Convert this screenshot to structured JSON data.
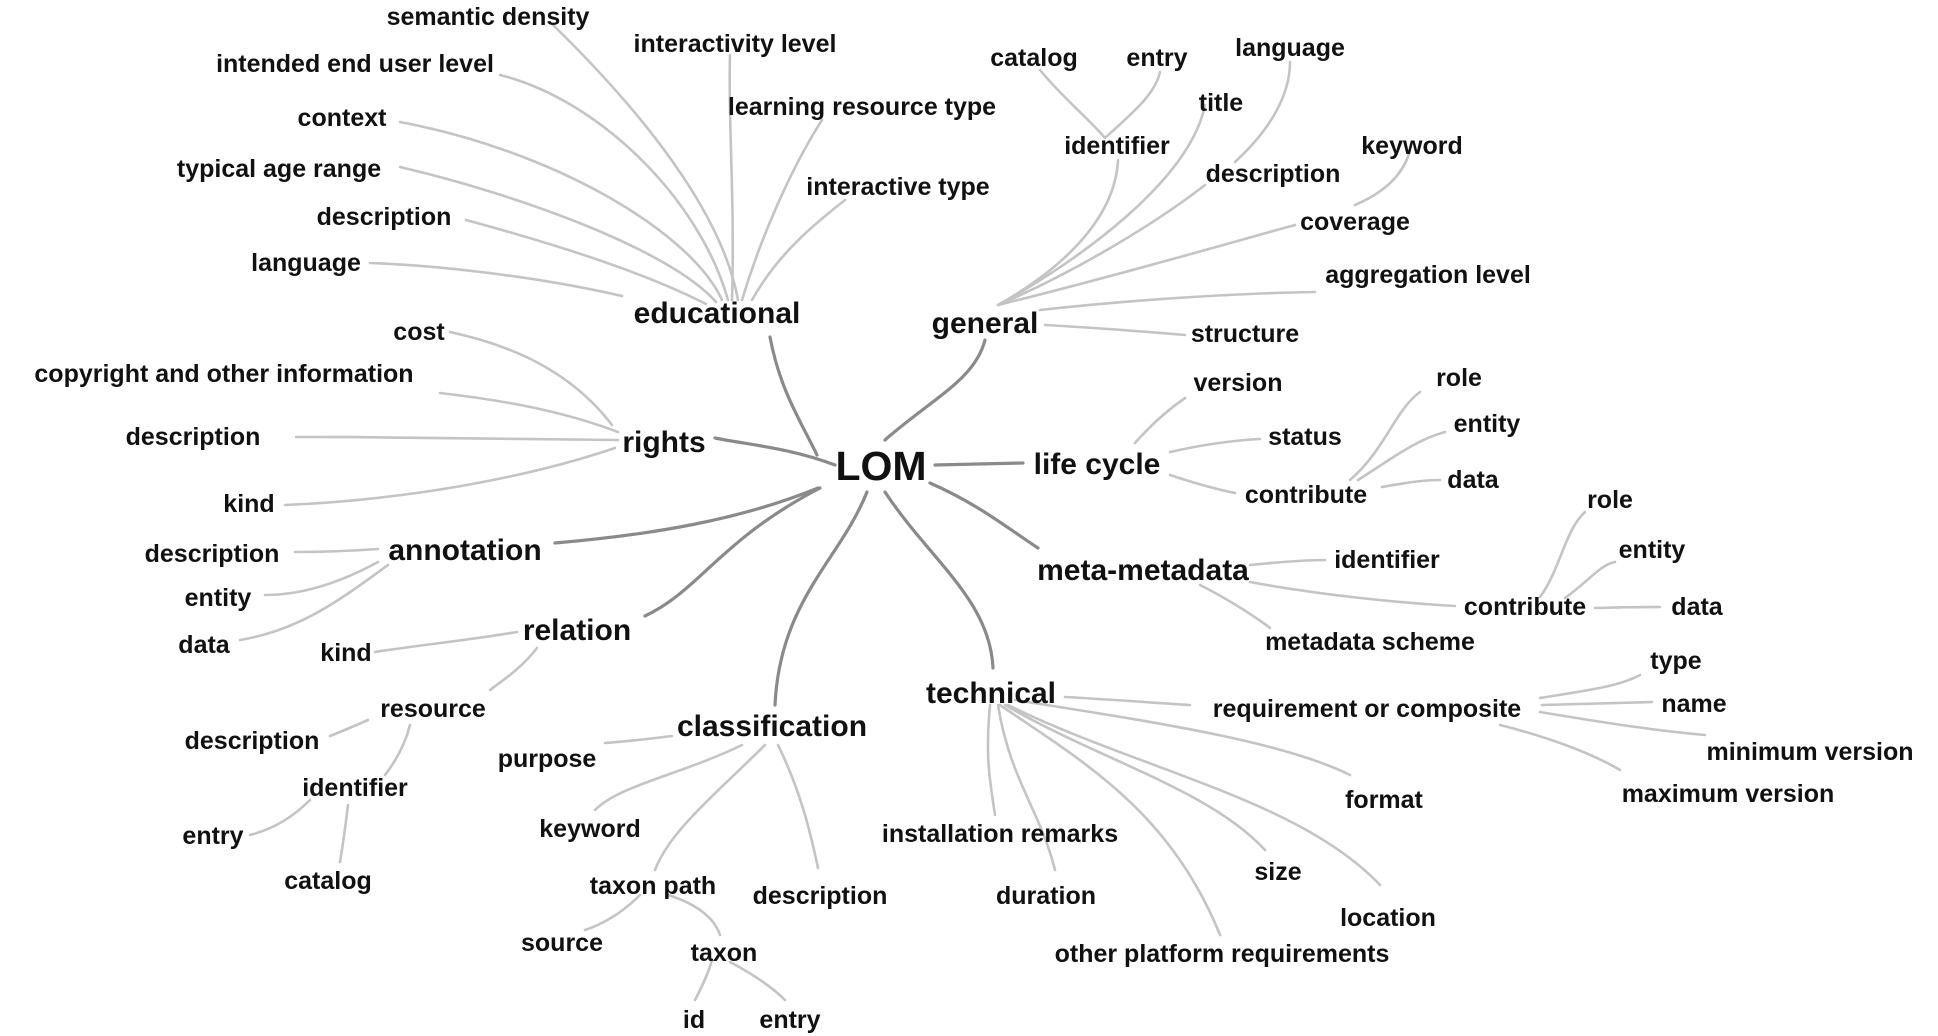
{
  "diagram": {
    "root": "LOM",
    "categories": {
      "educational": "educational",
      "general": "general",
      "rights": "rights",
      "life_cycle": "life cycle",
      "annotation": "annotation",
      "meta_metadata": "meta-metadata",
      "relation": "relation",
      "technical": "technical",
      "classification": "classification"
    },
    "educational": {
      "semantic_density": "semantic density",
      "interactivity_level": "interactivity level",
      "intended_end_user_level": "intended end user level",
      "learning_resource_type": "learning resource type",
      "context": "context",
      "typical_age_range": "typical age range",
      "interactive_type": "interactive type",
      "description": "description",
      "language": "language"
    },
    "general": {
      "catalog": "catalog",
      "entry": "entry",
      "language": "language",
      "title": "title",
      "identifier": "identifier",
      "description": "description",
      "keyword": "keyword",
      "coverage": "coverage",
      "aggregation_level": "aggregation level",
      "structure": "structure"
    },
    "rights": {
      "cost": "cost",
      "copyright": "copyright and other information",
      "description": "description",
      "kind": "kind"
    },
    "life_cycle": {
      "version": "version",
      "status": "status",
      "contribute": "contribute",
      "role": "role",
      "entity": "entity",
      "data": "data"
    },
    "annotation": {
      "description": "description",
      "entity": "entity",
      "data": "data"
    },
    "meta_metadata": {
      "identifier": "identifier",
      "contribute": "contribute",
      "metadata_scheme": "metadata scheme",
      "role": "role",
      "entity": "entity",
      "data": "data"
    },
    "relation": {
      "kind": "kind",
      "resource": "resource",
      "description": "description",
      "identifier": "identifier",
      "entry": "entry",
      "catalog": "catalog"
    },
    "technical": {
      "requirement_or_composite": "requirement or composite",
      "type": "type",
      "name": "name",
      "minimum_version": "minimum version",
      "maximum_version": "maximum version",
      "format": "format",
      "installation_remarks": "installation remarks",
      "duration": "duration",
      "size": "size",
      "location": "location",
      "other_platform_requirements": "other platform requirements"
    },
    "classification": {
      "purpose": "purpose",
      "keyword": "keyword",
      "taxon_path": "taxon path",
      "description": "description",
      "source": "source",
      "taxon": "taxon",
      "id": "id",
      "entry": "entry"
    },
    "colors": {
      "primary_link": "#8a8a8a",
      "secondary_link": "#c4c4c4",
      "text": "#111111",
      "background": "#ffffff"
    }
  }
}
